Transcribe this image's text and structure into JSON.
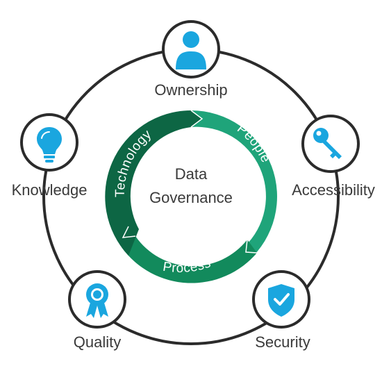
{
  "center": {
    "line1": "Data",
    "line2": "Governance"
  },
  "cycle": {
    "segments": [
      {
        "label": "People",
        "color": "#1fa47a"
      },
      {
        "label": "Process",
        "color": "#128a5c"
      },
      {
        "label": "Technology",
        "color": "#0d6644"
      }
    ]
  },
  "nodes": [
    {
      "label": "Ownership",
      "icon": "person-icon"
    },
    {
      "label": "Accessibility",
      "icon": "key-icon"
    },
    {
      "label": "Security",
      "icon": "shield-check-icon"
    },
    {
      "label": "Quality",
      "icon": "award-ribbon-icon"
    },
    {
      "label": "Knowledge",
      "icon": "lightbulb-icon"
    }
  ],
  "colors": {
    "icon": "#1aa6df",
    "ring": "#2b2b2b",
    "text": "#3a3a3a"
  }
}
